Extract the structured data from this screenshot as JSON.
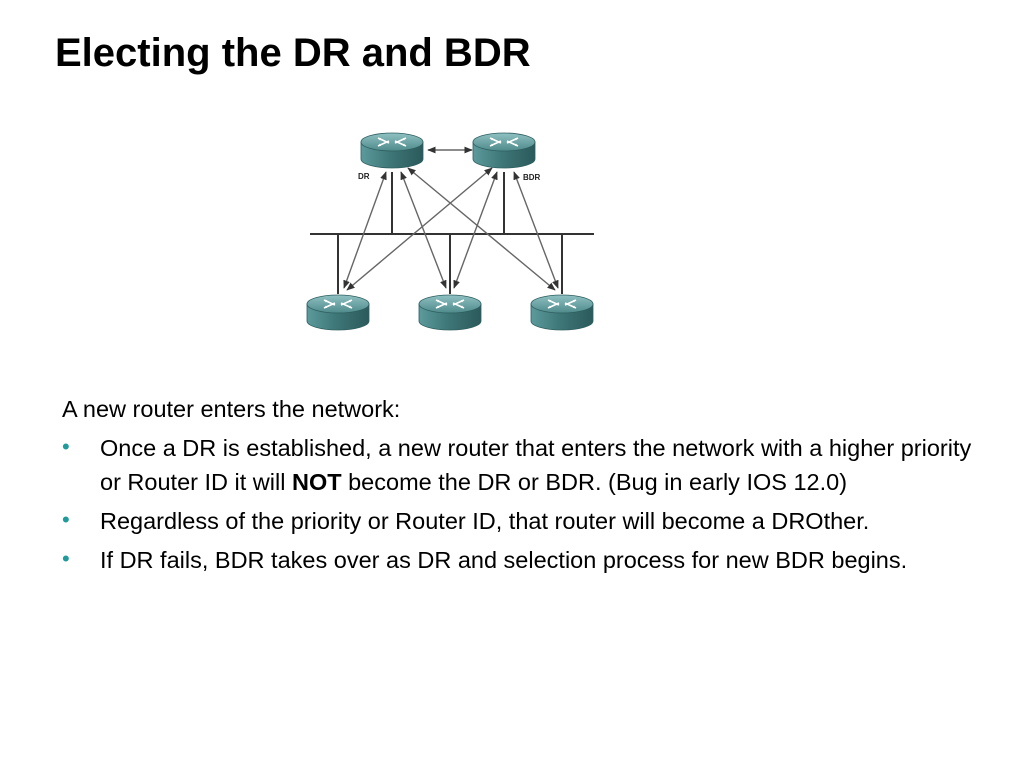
{
  "slide": {
    "title": "Electing the DR and BDR"
  },
  "diagram": {
    "dr_label": "DR",
    "bdr_label": "BDR",
    "router_icon": "router-icon",
    "router_color": "#4f8a8b",
    "link_color": "#666666"
  },
  "body": {
    "intro": "A new router enters the network:",
    "bullet_color": "#1f9b9b",
    "bullets": [
      {
        "before": "Once a DR is established, a new router that enters the network with a higher priority or Router ID it will ",
        "bold": "NOT",
        "after": " become the DR or BDR.  (Bug in early IOS 12.0)"
      },
      {
        "text": "Regardless of the priority or Router ID, that router will become a DROther."
      },
      {
        "text": "If DR fails, BDR takes over as DR and selection process for new BDR begins."
      }
    ]
  }
}
